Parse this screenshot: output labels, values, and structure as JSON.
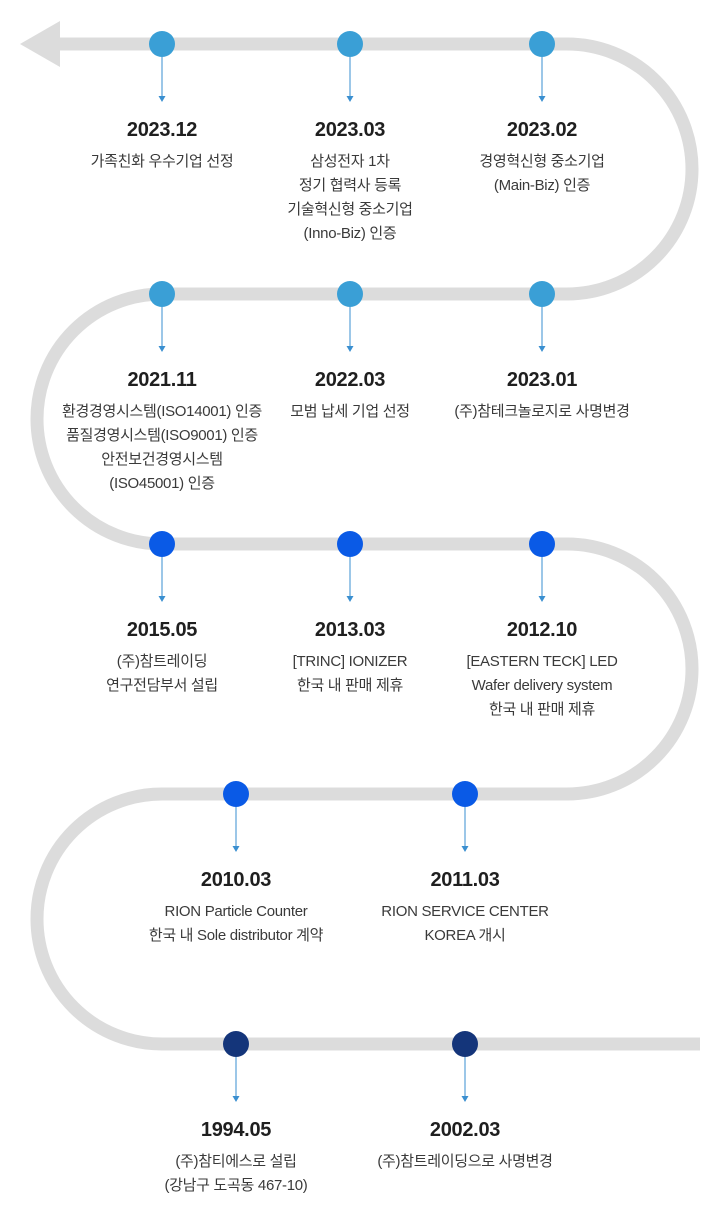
{
  "colors": {
    "track": "#dcdcdc",
    "stem": "#3a8fd0"
  },
  "rows": [
    {
      "color": "#3a9fd6",
      "events": [
        {
          "date": "2023.12",
          "lines": [
            "가족친화 우수기업 선정"
          ]
        },
        {
          "date": "2023.03",
          "lines": [
            "삼성전자 1차",
            "정기 협력사 등록",
            "기술혁신형 중소기업",
            "(Inno-Biz) 인증"
          ]
        },
        {
          "date": "2023.02",
          "lines": [
            "경영혁신형 중소기업",
            "(Main-Biz) 인증"
          ]
        }
      ]
    },
    {
      "color": "#3a9fd6",
      "events": [
        {
          "date": "2021.11",
          "lines": [
            "환경경영시스템(ISO14001) 인증",
            "품질경영시스템(ISO9001) 인증",
            "안전보건경영시스템",
            "(ISO45001) 인증"
          ]
        },
        {
          "date": "2022.03",
          "lines": [
            "모범 납세 기업 선정"
          ]
        },
        {
          "date": "2023.01",
          "lines": [
            "(주)참테크놀로지로 사명변경"
          ]
        }
      ]
    },
    {
      "color": "#0a5ae6",
      "events": [
        {
          "date": "2015.05",
          "lines": [
            "(주)참트레이딩",
            "연구전담부서 설립"
          ]
        },
        {
          "date": "2013.03",
          "lines": [
            "[TRINC] IONIZER",
            "한국 내 판매 제휴"
          ]
        },
        {
          "date": "2012.10",
          "lines": [
            "[EASTERN TECK] LED",
            "Wafer delivery system",
            "한국 내 판매 제휴"
          ]
        }
      ]
    },
    {
      "color": "#0a5ae6",
      "events": [
        {
          "date": "2010.03",
          "lines": [
            "RION Particle Counter",
            "한국 내 Sole distributor 계약"
          ]
        },
        {
          "date": "2011.03",
          "lines": [
            "RION SERVICE CENTER",
            "KOREA 개시"
          ]
        }
      ]
    },
    {
      "color": "#14357a",
      "events": [
        {
          "date": "1994.05",
          "lines": [
            "(주)참티에스로 설립",
            "(강남구 도곡동 467-10)"
          ]
        },
        {
          "date": "2002.03",
          "lines": [
            "(주)참트레이딩으로 사명변경"
          ]
        }
      ]
    }
  ]
}
